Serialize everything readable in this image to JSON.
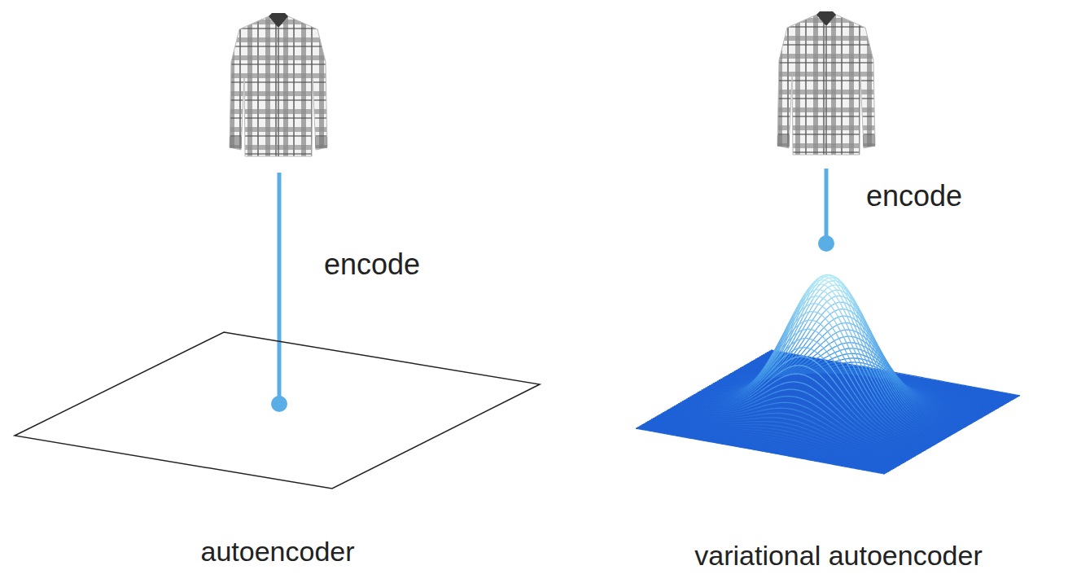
{
  "diagram": {
    "labels": [
      "encode",
      "encode",
      "autoencoder",
      "variational autoencoder"
    ]
  }
}
